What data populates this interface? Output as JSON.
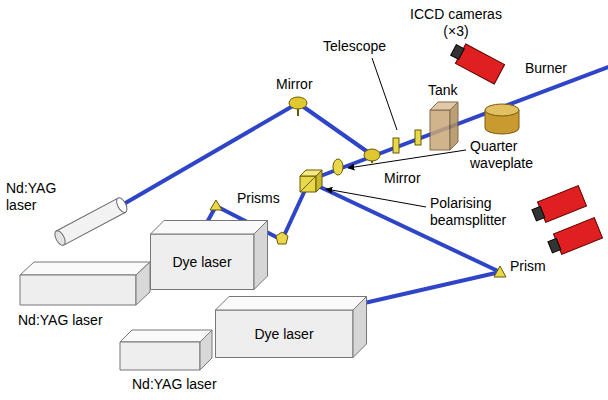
{
  "diagram": {
    "nodes": [
      {
        "text": [
          "Dye laser"
        ]
      },
      {
        "text": [
          "Dye laser"
        ]
      }
    ],
    "labels": [
      "ICCD cameras (×3)",
      "Mirror",
      "Telescope",
      "Tank",
      "Burner",
      "Nd:YAG laser",
      "Prisms",
      "Mirror",
      "Quarter waveplate",
      "Polarising beamsplitter",
      "Nd:YAG laser",
      "Prism",
      "Nd:YAG laser"
    ]
  }
}
